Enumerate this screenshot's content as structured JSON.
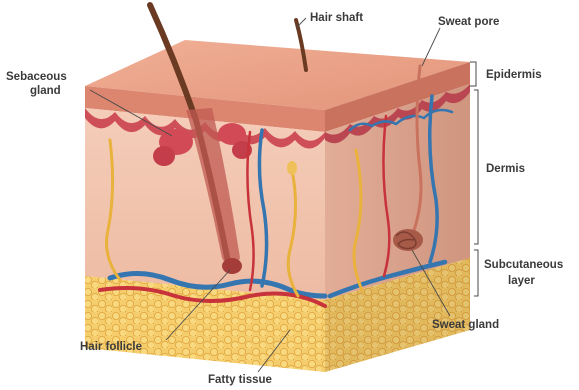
{
  "labels": {
    "hair_shaft": "Hair shaft",
    "sweat_pore": "Sweat pore",
    "sebaceous_gland_line1": "Sebaceous",
    "sebaceous_gland_line2": "gland",
    "epidermis": "Epidermis",
    "dermis": "Dermis",
    "subcutaneous_line1": "Subcutaneous",
    "subcutaneous_line2": "layer",
    "sweat_gland": "Sweat gland",
    "hair_follicle": "Hair follicle",
    "fatty_tissue": "Fatty tissue"
  },
  "colors": {
    "epidermis_top": "#e8a084",
    "epidermis_front": "#d9816c",
    "dermis_front": "#f2c7b3",
    "dermis_side": "#d9a38e",
    "papillae": "#d6505a",
    "fat": "#f2c15a",
    "fat_dark": "#d99a2e",
    "vein": "#3576b0",
    "artery": "#c8323a",
    "nerve": "#e9b23c",
    "hair": "#6b3a22"
  }
}
